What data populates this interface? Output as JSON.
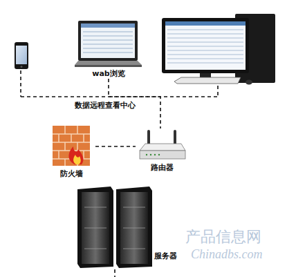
{
  "diagram": {
    "nodes": [
      {
        "text": [
          "wab浏览"
        ]
      },
      {
        "text": [
          "防火墙"
        ]
      },
      {
        "text": [
          "路由器"
        ]
      },
      {
        "text": [
          "服务器"
        ]
      }
    ],
    "edges": [
      {
        "from": 0,
        "to": 2,
        "arrow": "none"
      },
      {
        "from": 1,
        "to": 2,
        "arrow": "none"
      }
    ],
    "labels": [
      "数据远程查看中心",
      "产品信息网",
      "Chinadbs.com"
    ]
  }
}
